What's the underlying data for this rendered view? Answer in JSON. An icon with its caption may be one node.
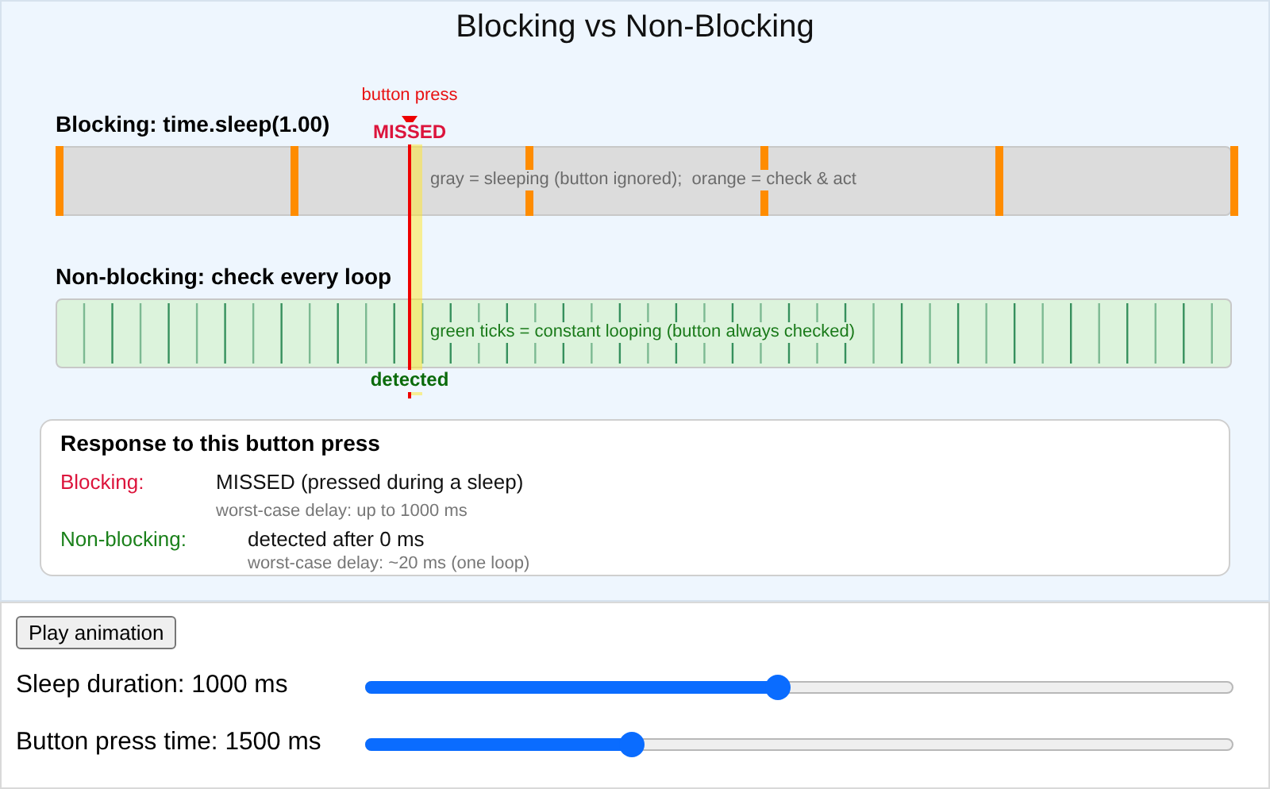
{
  "diagram": {
    "title": "Blocking vs Non-Blocking",
    "nodes": [
      {
        "text": [
          "Blocking: time.sleep(1.00)",
          "gray = sleeping (button ignored);  orange = check & act"
        ],
        "beside": [
          "MISSED"
        ]
      },
      {
        "text": [
          "Non-blocking: check every loop",
          "green ticks = constant looping (button always checked)"
        ],
        "beside": [
          "detected"
        ]
      },
      {
        "text": [
          "Response to this button press",
          "Blocking:",
          "MISSED (pressed during a sleep)",
          "worst-case delay: up to 1000 ms",
          "Non-blocking:",
          "detected after 0 ms",
          "worst-case delay: ~20 ms (one loop)"
        ]
      }
    ],
    "labels": [
      "button press",
      "Play animation",
      "Sleep duration: 1000 ms",
      "Button press time: 1500 ms"
    ]
  }
}
